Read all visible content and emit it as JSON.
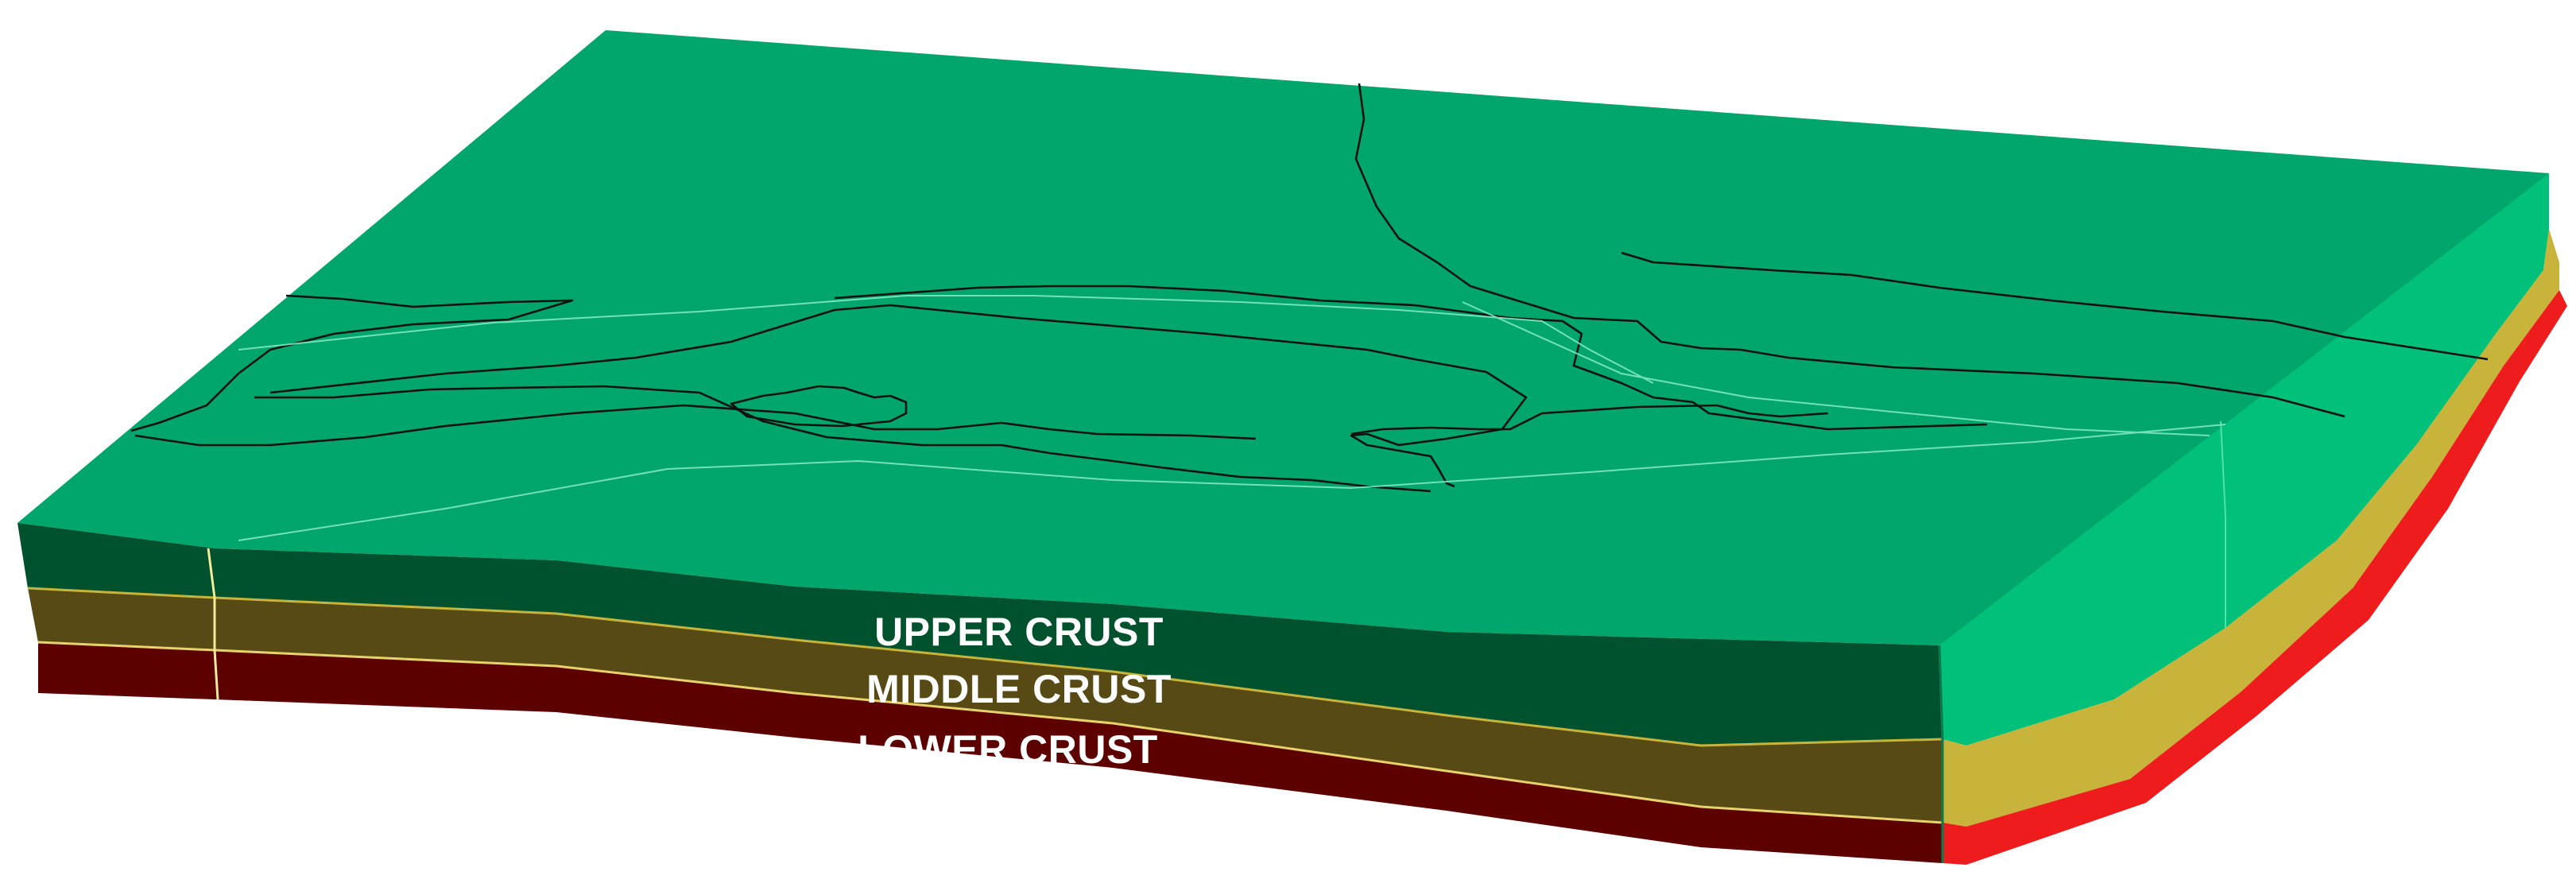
{
  "labels": {
    "upper": "UPPER CRUST",
    "middle": "MIDDLE CRUST",
    "lower": "LOWER CRUST"
  },
  "colors": {
    "top_surface": "#00a66b",
    "right_upper": "#00c07a",
    "right_middle": "#c8b43a",
    "right_lower": "#ee1c1c",
    "front_upper": "#00522f",
    "front_middle": "#574a14",
    "front_lower": "#5c0000",
    "boundary_lines": "#111111",
    "fault_lines": "#7fe8c2"
  }
}
